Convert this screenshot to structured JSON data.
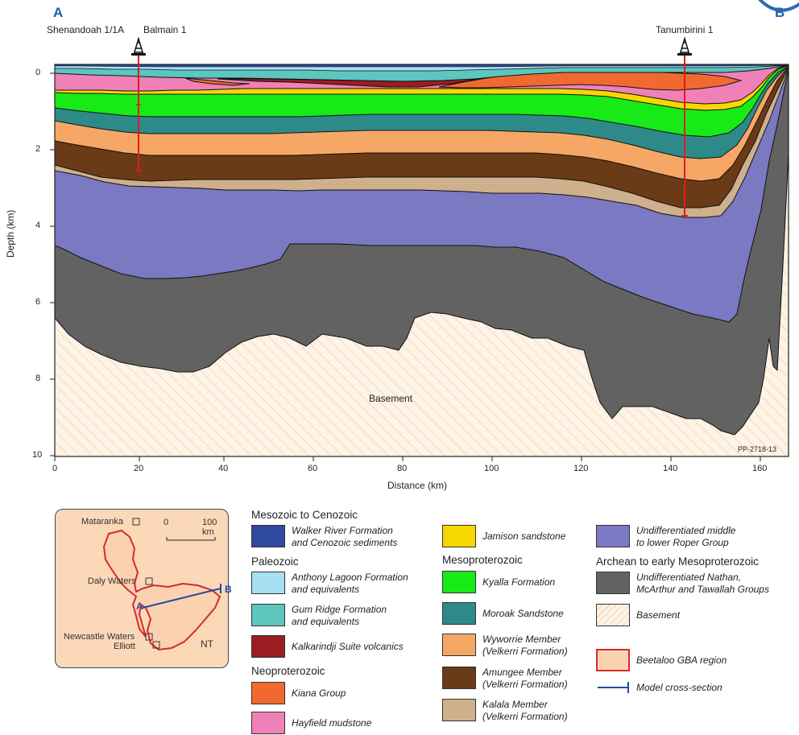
{
  "endpoints": {
    "a": "A",
    "b": "B"
  },
  "wells": {
    "left": "Shenandoah 1/1A",
    "left2": "Balmain 1",
    "right": "Tanumbirini 1"
  },
  "plot": {
    "ylabel": "Depth (km)",
    "xlabel": "Distance (km)",
    "xticks": [
      "0",
      "20",
      "40",
      "60",
      "80",
      "100",
      "120",
      "140",
      "160"
    ],
    "yticks": [
      "0",
      "2",
      "4",
      "6",
      "8",
      "10"
    ],
    "basement_label": "Basement",
    "code": "PP-2718-13"
  },
  "map": {
    "towns": [
      "Mataranka",
      "Daly Waters",
      "Newcastle Waters",
      "Elliott"
    ],
    "scale_start": "0",
    "scale_end": "100 km",
    "region": "NT",
    "point_a": "A",
    "point_b": "B"
  },
  "legend": {
    "groups": [
      "Mesozoic to Cenozoic",
      "Paleozoic",
      "Neoproterozoic",
      "Mesoproterozoic",
      "Archean to early Mesoproterozoic"
    ],
    "items": [
      {
        "line1": "Walker River Formation",
        "line2": "and Cenozoic sediments",
        "color": "#2e4a9e"
      },
      {
        "line1": "Anthony Lagoon Formation",
        "line2": "and equivalents",
        "color": "#a7e0f3"
      },
      {
        "line1": "Gum Ridge Formation",
        "line2": "and equivalents",
        "color": "#5cc6bf"
      },
      {
        "line1": "Kalkarindji Suite volcanics",
        "line2": "",
        "color": "#9b1d22"
      },
      {
        "line1": "Kiana Group",
        "line2": "",
        "color": "#f06a30"
      },
      {
        "line1": "Hayfield mudstone",
        "line2": "",
        "color": "#f080b8"
      },
      {
        "line1": "Jamison sandstone",
        "line2": "",
        "color": "#f5d800"
      },
      {
        "line1": "Kyalla Formation",
        "line2": "",
        "color": "#18ea18"
      },
      {
        "line1": "Moroak Sandstone",
        "line2": "",
        "color": "#2e8a88"
      },
      {
        "line1": "Wyworrie Member",
        "line2": "(Velkerri Formation)",
        "color": "#f6a766"
      },
      {
        "line1": "Amungee Member",
        "line2": "(Velkerri Formation)",
        "color": "#6b3a17"
      },
      {
        "line1": "Kalala Member",
        "line2": "(Velkerri Formation)",
        "color": "#cfb08c"
      },
      {
        "line1": "Undifferentiated middle",
        "line2": "to lower Roper Group",
        "color": "#7a79c1"
      },
      {
        "line1": "Undifferentiated Nathan,",
        "line2": "McArthur and Tawallah Groups",
        "color": "#626262"
      },
      {
        "line1": "Basement",
        "line2": "",
        "color": "#fdf3e6"
      },
      {
        "line1": "Beetaloo GBA region",
        "line2": "",
        "color": "#fbd2b0"
      },
      {
        "line1": "Model cross-section",
        "line2": "",
        "color": "#1f4fa0"
      }
    ]
  }
}
